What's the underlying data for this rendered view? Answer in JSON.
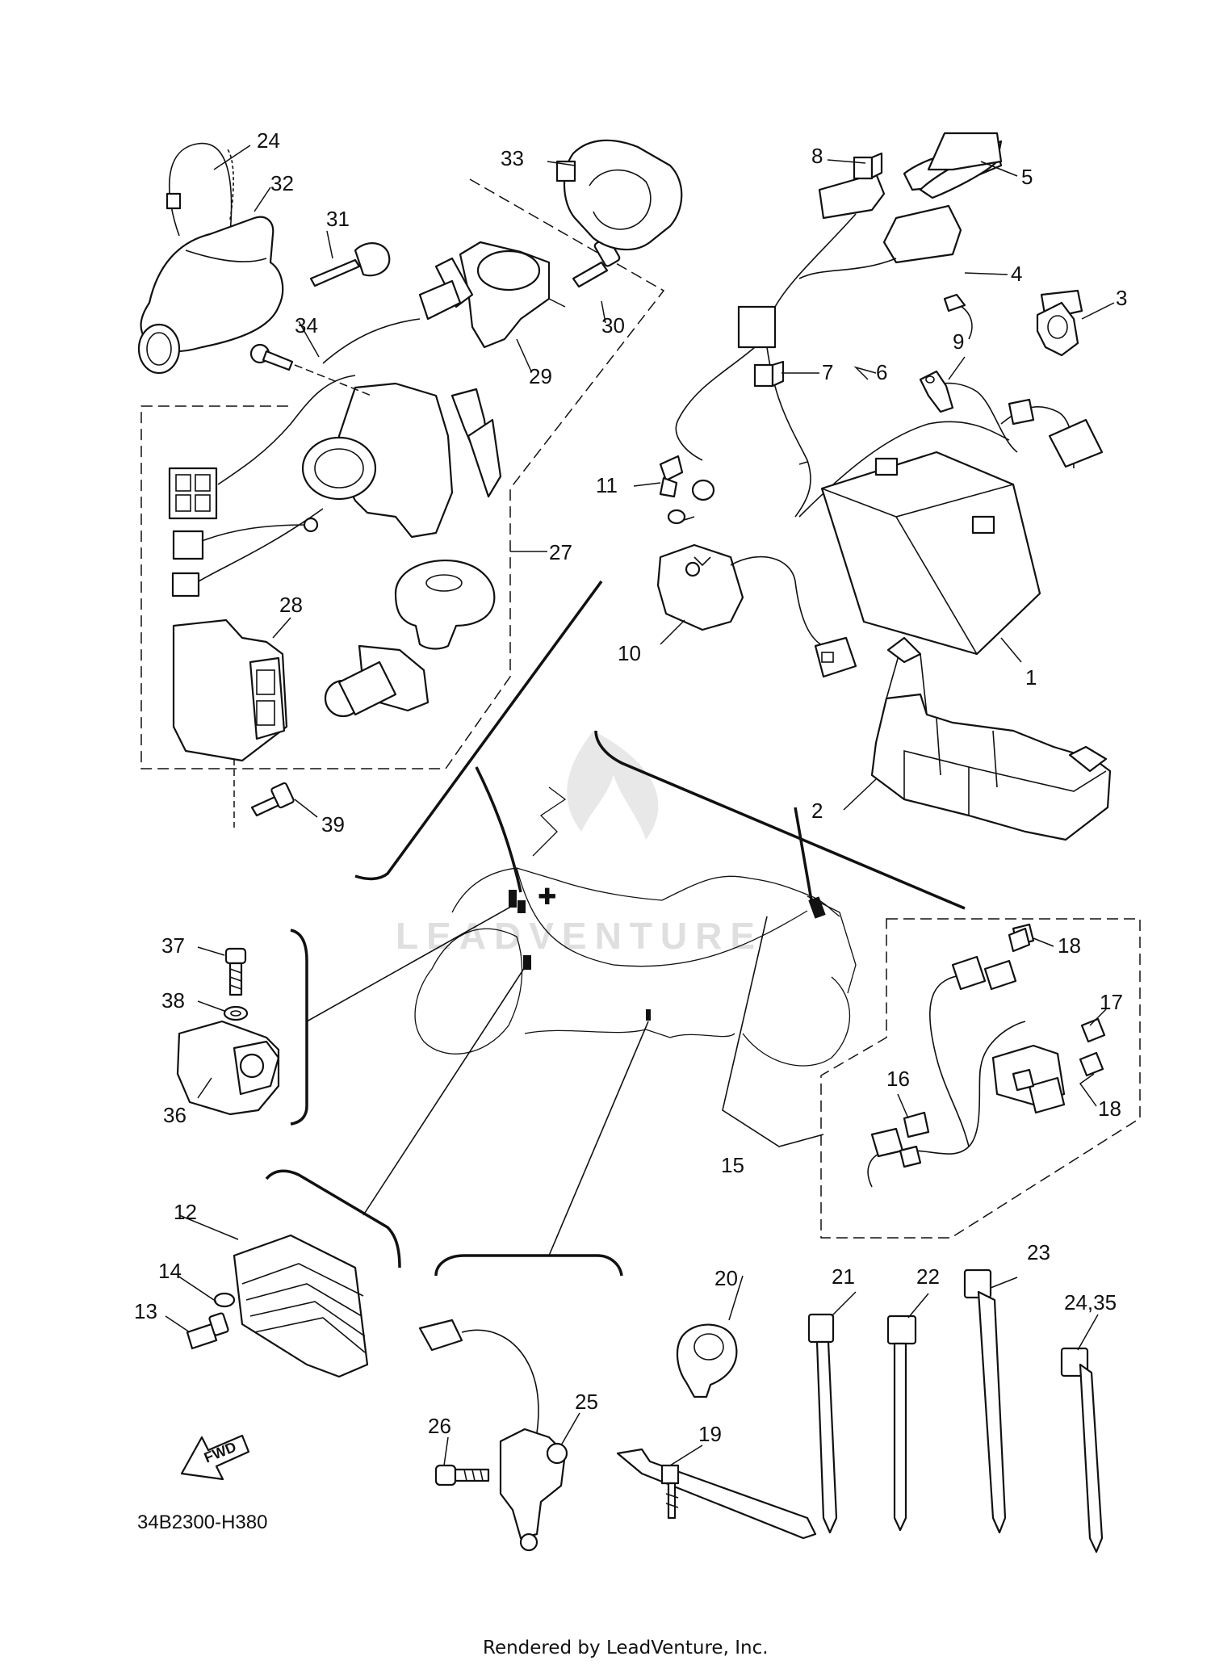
{
  "diagram": {
    "drawing_code": "34B2300-H380",
    "footer_credit": "Rendered by LeadVenture, Inc.",
    "watermark_text": "LEADVENTURE",
    "fwd_arrow_label": "FWD",
    "callouts": {
      "c1": "1",
      "c2": "2",
      "c3": "3",
      "c4": "4",
      "c5": "5",
      "c6": "6",
      "c7": "7",
      "c8": "8",
      "c9": "9",
      "c10": "10",
      "c11": "11",
      "c12": "12",
      "c13": "13",
      "c14": "14",
      "c15": "15",
      "c16": "16",
      "c17": "17",
      "c18a": "18",
      "c18b": "18",
      "c19": "19",
      "c20": "20",
      "c21": "21",
      "c22": "22",
      "c23": "23",
      "c24": "24",
      "c24_35": "24,35",
      "c25": "25",
      "c26": "26",
      "c27": "27",
      "c28": "28",
      "c29": "29",
      "c30": "30",
      "c31": "31",
      "c32": "32",
      "c33": "33",
      "c34": "34",
      "c36": "36",
      "c37": "37",
      "c38": "38",
      "c39": "39"
    }
  }
}
